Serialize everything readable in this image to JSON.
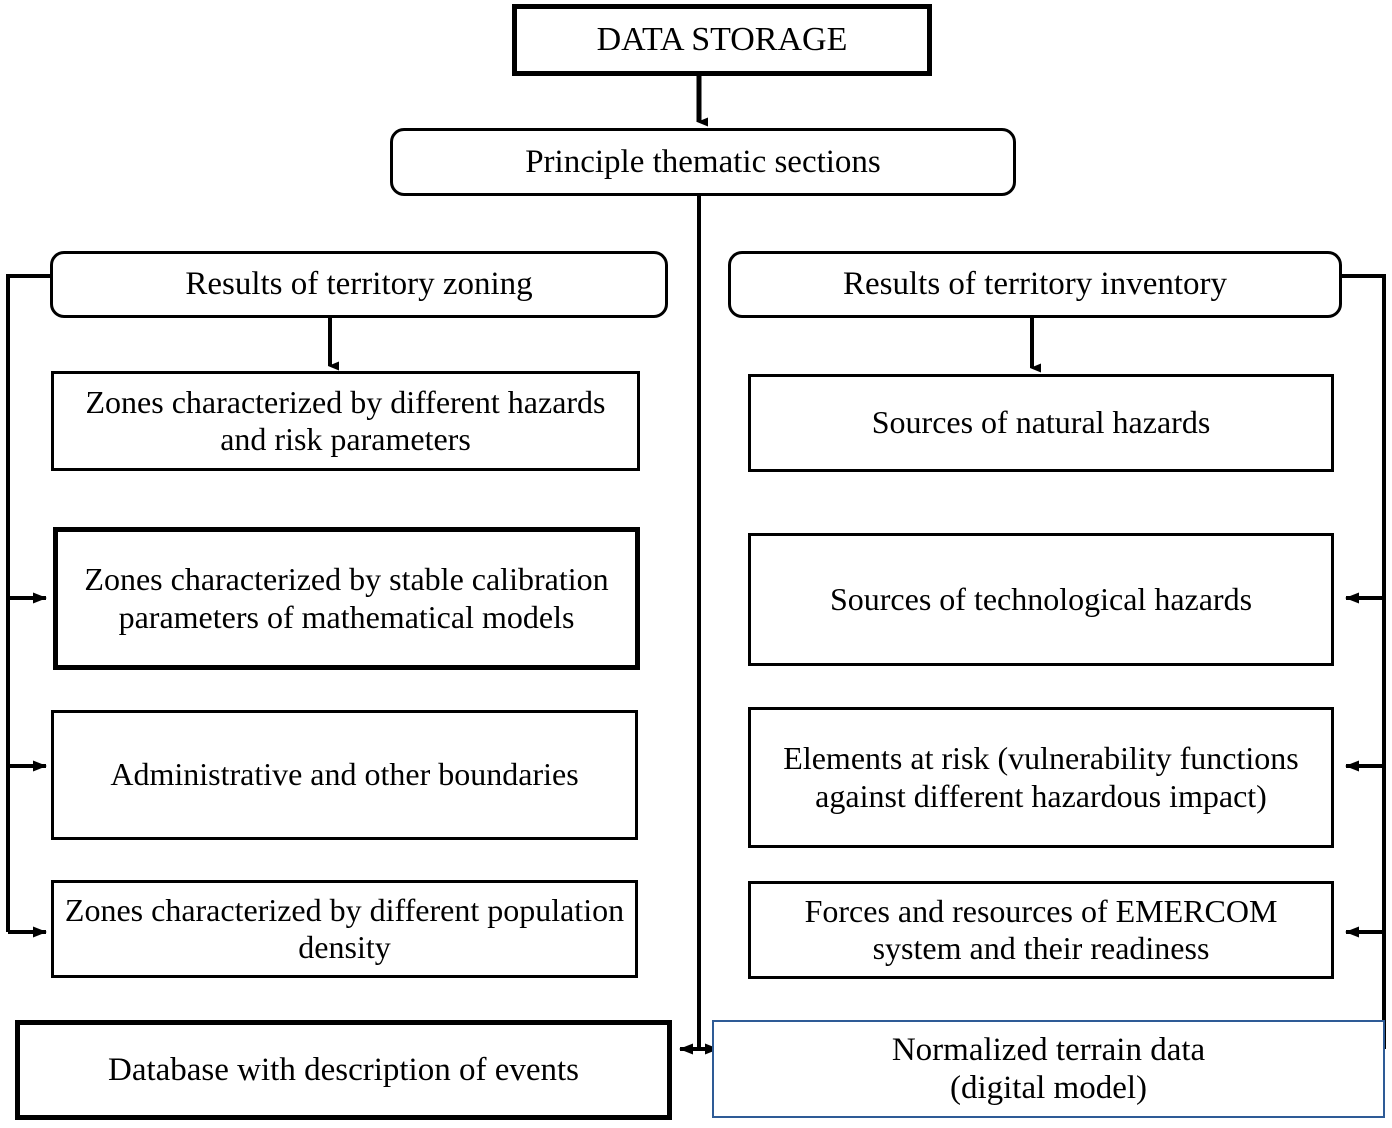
{
  "diagram": {
    "title": "DATA STORAGE",
    "root": {
      "id": "data-storage",
      "label": "DATA STORAGE",
      "style": "thick-rect"
    },
    "subtitle_node": {
      "id": "principle-thematic-sections",
      "label": "Principle thematic sections",
      "style": "rounded-rect"
    },
    "columns": [
      {
        "id": "territory-zoning",
        "header": "Results of territory zoning",
        "items": [
          "Zones characterized by different hazards and risk parameters",
          "Zones characterized by stable calibration parameters of mathematical models",
          "Administrative and other boundaries",
          "Zones characterized by different population density"
        ]
      },
      {
        "id": "territory-inventory",
        "header": "Results of territory inventory",
        "items": [
          "Sources of natural hazards",
          "Sources of technological hazards",
          "Elements at risk (vulnerability functions against different hazardous impact)",
          "Forces and resources of EMERCOM system and their readiness"
        ]
      }
    ],
    "footer": [
      {
        "id": "database-events",
        "label": "Database with description of events",
        "style": "thick-rect"
      },
      {
        "id": "normalized-terrain-data",
        "label": "Normalized terrain data (digital model)",
        "line1": "Normalized terrain data",
        "line2": "(digital model)",
        "style": "blue-rect"
      }
    ],
    "colors": {
      "stroke": "#000000",
      "accent_blue": "#2e5b96",
      "background": "#ffffff"
    }
  }
}
